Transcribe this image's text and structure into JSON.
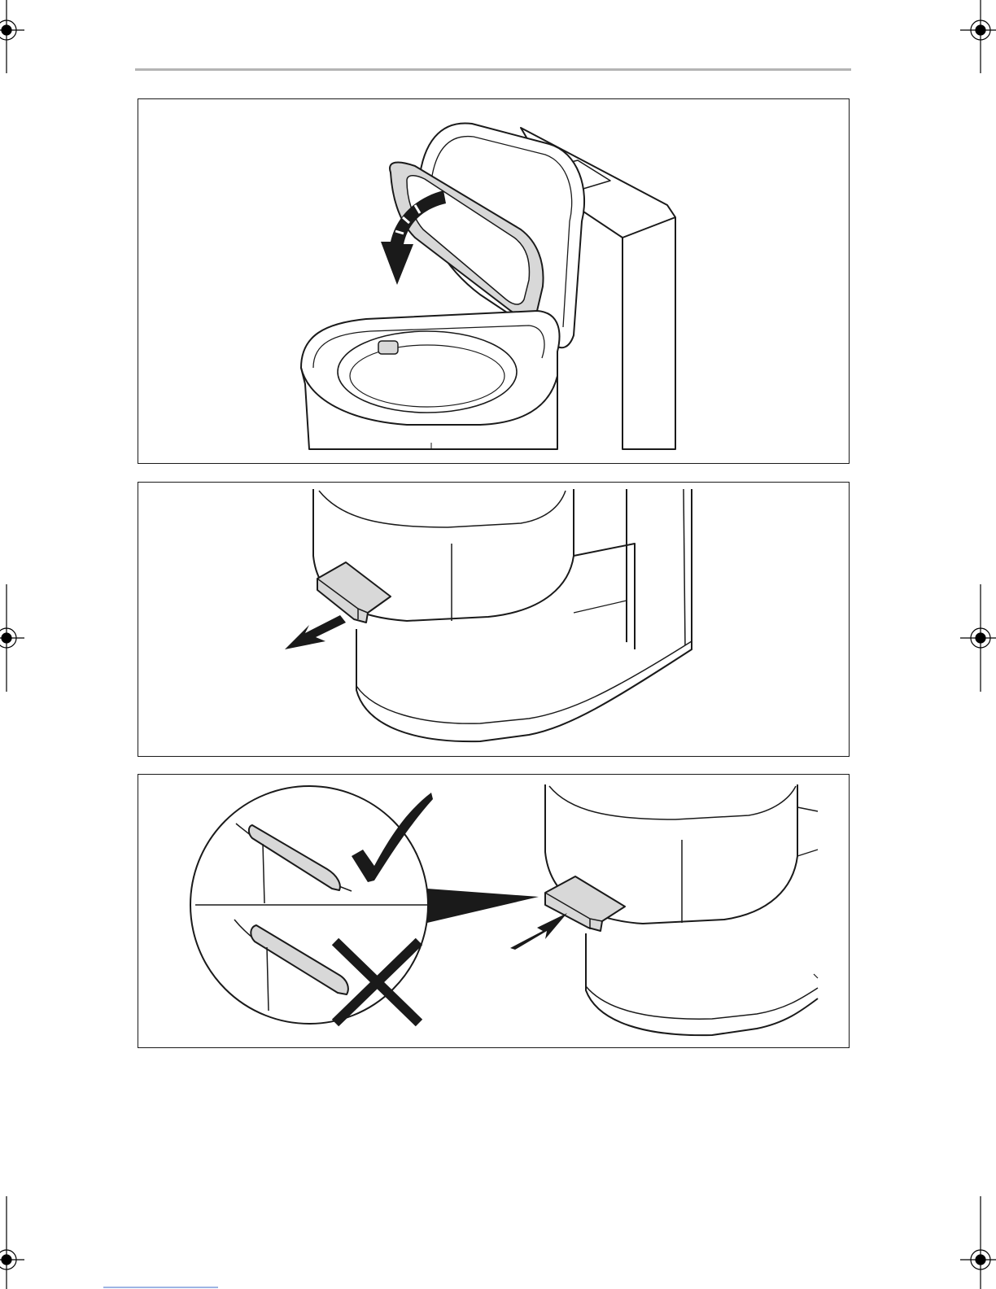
{
  "page": {
    "background": "#ffffff",
    "line_color": "#1a1a1a",
    "fill_grey": "#d8d8d8",
    "rule_color": "#b4b4b4"
  },
  "figures": [
    {
      "name": "close-seat-figure",
      "icons": [
        "toilet-icon",
        "seat-lowering-arrow-icon"
      ]
    },
    {
      "name": "pull-slide-figure",
      "icons": [
        "cassette-slide-icon",
        "pull-out-arrow-icon"
      ]
    },
    {
      "name": "push-slide-figure",
      "icons": [
        "detail-magnifier-icon",
        "checkmark-icon",
        "cross-icon",
        "push-in-arrow-icon"
      ]
    }
  ]
}
